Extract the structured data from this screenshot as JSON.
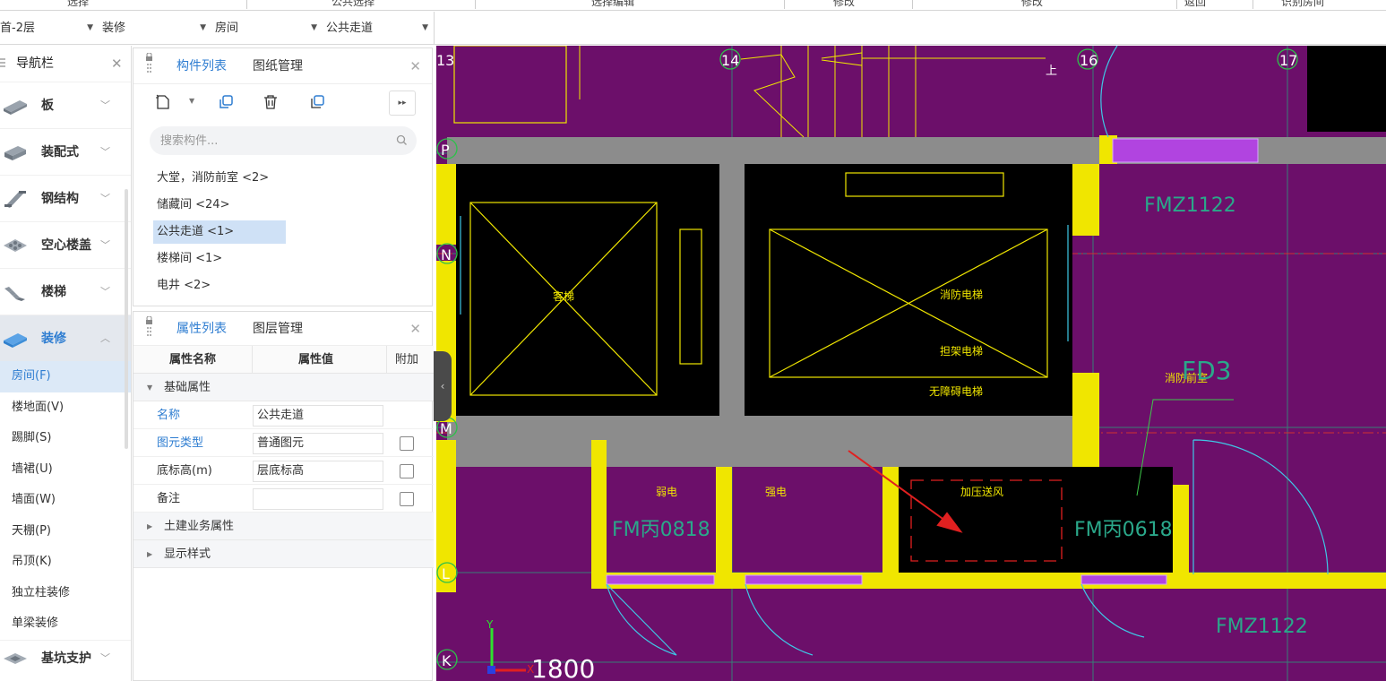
{
  "ribbon": {
    "items": [
      "选择",
      "公共选择",
      "选择编辑",
      "修改",
      "修改",
      "返回",
      "识别房间"
    ]
  },
  "selectors": {
    "floor": "首-2层",
    "category": "装修",
    "type": "房间",
    "component": "公共走道"
  },
  "nav": {
    "title": "导航栏",
    "categories": [
      {
        "label": "板",
        "icon": "slab-icon"
      },
      {
        "label": "装配式",
        "icon": "prefab-icon"
      },
      {
        "label": "钢结构",
        "icon": "steel-structure-icon"
      },
      {
        "label": "空心楼盖",
        "icon": "hollow-slab-icon"
      },
      {
        "label": "楼梯",
        "icon": "stairs-icon"
      },
      {
        "label": "装修",
        "icon": "decoration-icon"
      }
    ],
    "sub_items": [
      "房间(F)",
      "楼地面(V)",
      "踢脚(S)",
      "墙裙(U)",
      "墙面(W)",
      "天棚(P)",
      "吊顶(K)",
      "独立柱装修",
      "单梁装修"
    ],
    "bottom_category": {
      "label": "基坑支护",
      "icon": "pit-support-icon"
    }
  },
  "component_panel": {
    "tabs": [
      "构件列表",
      "图纸管理"
    ],
    "search_placeholder": "搜索构件...",
    "items": [
      "大堂，消防前室 <2>",
      "储藏间 <24>",
      "公共走道 <1>",
      "楼梯间 <1>",
      "电井 <2>"
    ]
  },
  "property_panel": {
    "tabs": [
      "属性列表",
      "图层管理"
    ],
    "headers": [
      "属性名称",
      "属性值",
      "附加"
    ],
    "group_basic": "基础属性",
    "rows": [
      {
        "name": "名称",
        "value": "公共走道",
        "checkbox": false
      },
      {
        "name": "图元类型",
        "value": "普通图元",
        "checkbox": true
      },
      {
        "name": "底标高(m)",
        "value": "层底标高",
        "checkbox": true
      },
      {
        "name": "备注",
        "value": "",
        "checkbox": true
      }
    ],
    "groups_collapsed": [
      "土建业务属性",
      "显示样式"
    ]
  },
  "drawing": {
    "axis_labels": [
      "13",
      "14",
      "16",
      "17",
      "P",
      "N",
      "M",
      "L",
      "K"
    ],
    "room_labels": [
      "客梯",
      "消防电梯",
      "担架电梯",
      "无障碍电梯",
      "弱电",
      "强电",
      "加压送风",
      "消防前室"
    ],
    "door_labels": [
      "FMZ1122",
      "FD3",
      "FM丙0818",
      "FM丙0618",
      "FMZ1122"
    ],
    "stair_mark": "上",
    "dimension": "1800",
    "coord_x": "X",
    "coord_y": "Y"
  }
}
